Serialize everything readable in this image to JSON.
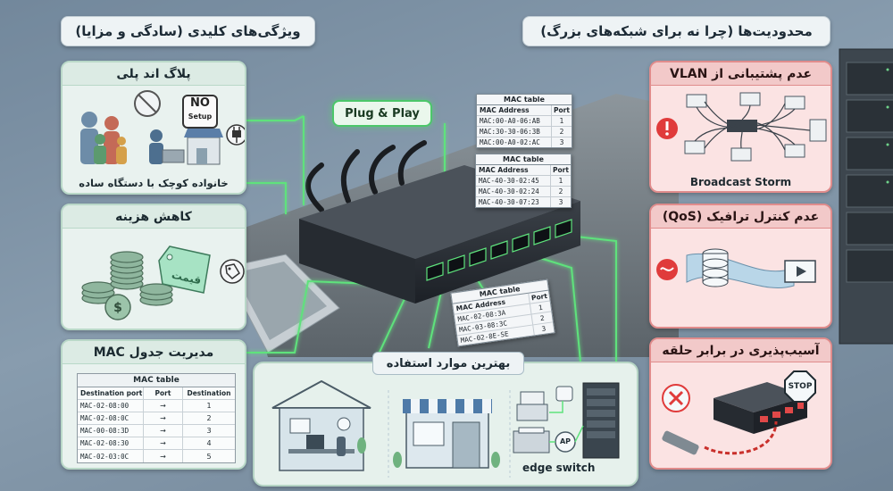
{
  "headers": {
    "left_title": "ویژگی‌های کلیدی (سادگی و مزایا)",
    "right_title": "محدودیت‌ها (چرا نه برای شبکه‌های بزرگ)"
  },
  "left_cards": [
    {
      "title": "پلاگ اند پلی",
      "caption": "خانواده کوچک با دستگاه ساده",
      "badge_line1": "NO",
      "badge_line2": "Setup",
      "icon": "plug-icon"
    },
    {
      "title": "کاهش هزینه",
      "tag_text": "قیمت",
      "icon": "price-tag-icon"
    },
    {
      "title": "مدیریت جدول MAC"
    }
  ],
  "mac_table_main": {
    "title": "MAC table",
    "headers": [
      "Destination port",
      "Port",
      "Destination"
    ],
    "rows": [
      {
        "mac": "MAC-02-08:00",
        "arrow": "→",
        "dest": "1"
      },
      {
        "mac": "MAC-02-08:0C",
        "arrow": "→",
        "dest": "2"
      },
      {
        "mac": "MAC-00-08:3D",
        "arrow": "→",
        "dest": "3"
      },
      {
        "mac": "MAC-02-08:30",
        "arrow": "→",
        "dest": "4"
      },
      {
        "mac": "MAC-02-03:0C",
        "arrow": "→",
        "dest": "5"
      }
    ]
  },
  "center": {
    "plug_play_label": "Plug & Play",
    "table1": {
      "title": "MAC table",
      "headers": [
        "MAC Address",
        "Port"
      ],
      "rows": [
        [
          "MAC:00-A0-06:AB",
          "1"
        ],
        [
          "MAC:30-30-06:3B",
          "2"
        ],
        [
          "MAC:00-A0-02:AC",
          "3"
        ]
      ]
    },
    "table2": {
      "title": "MAC table",
      "headers": [
        "MAC Address",
        "Port"
      ],
      "rows": [
        [
          "MAC-40-30-02:45",
          "1"
        ],
        [
          "MAC-40-30-02:24",
          "2"
        ],
        [
          "MAC-40-30-07:23",
          "3"
        ]
      ]
    },
    "table3": {
      "title": "MAC table",
      "headers": [
        "MAC Address",
        "Port"
      ],
      "rows": [
        [
          "MAC-02-08:3A",
          "1"
        ],
        [
          "MAC-03-08:3C",
          "2"
        ],
        [
          "MAC-02-8E-SE",
          "3"
        ]
      ]
    }
  },
  "use_cases": {
    "title": "بهترین موارد استفاده",
    "edge_label": "edge switch",
    "ap_label": "AP"
  },
  "right_cards": [
    {
      "title": "عدم پشتیبانی از VLAN",
      "caption": "Broadcast Storm"
    },
    {
      "title": "عدم کنترل ترافیک (QoS)"
    },
    {
      "title": "آسیب‌پذیری در برابر حلقه",
      "stop_text": "STOP"
    }
  ],
  "colors": {
    "accent_green": "#4cc76a",
    "warn_red": "#e03b3b",
    "card_green": "#e9f2ef",
    "card_red": "#fbe3e3"
  }
}
